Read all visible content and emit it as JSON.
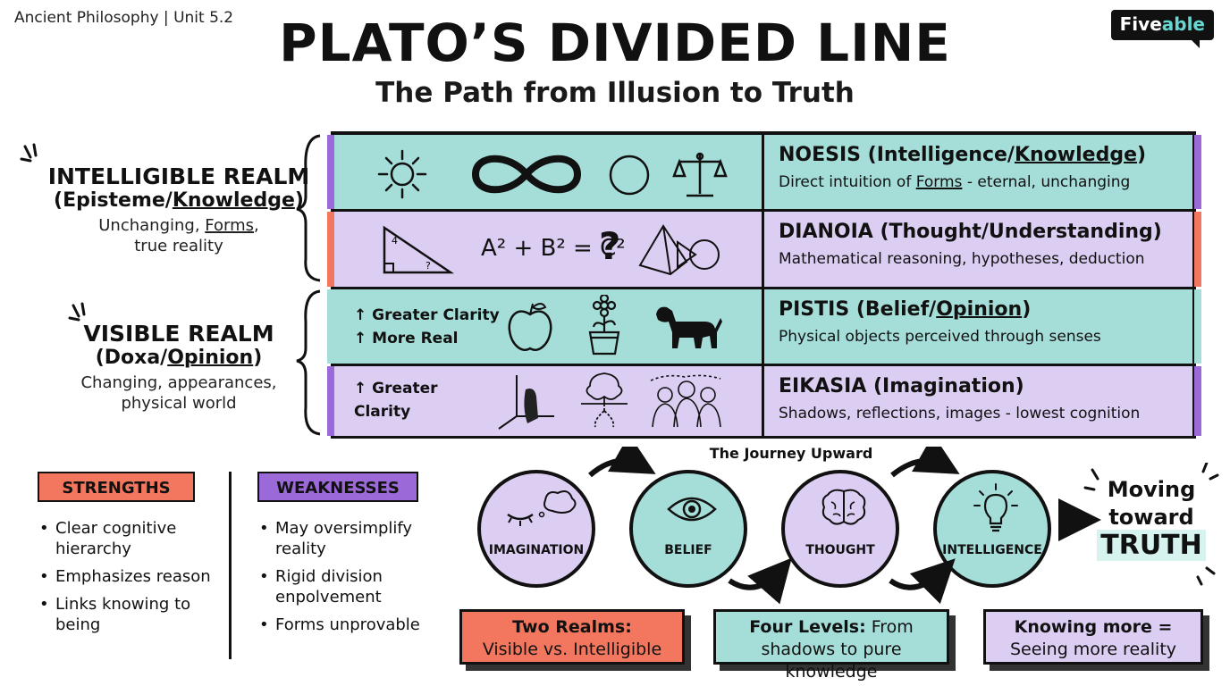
{
  "header": {
    "course": "Ancient Philosophy | Unit 5.2",
    "brand_a": "Five",
    "brand_b": "able",
    "title": "PLATO’S DIVIDED LINE",
    "subtitle": "The Path from Illusion to Truth"
  },
  "realms": {
    "intelligible": {
      "heading": "INTELLIGIBLE REALM",
      "sub_pre": "(Episteme/",
      "sub_u": "Knowledge",
      "sub_post": ")",
      "desc_pre": "Unchanging, ",
      "desc_u": "Forms",
      "desc_post": ",",
      "desc_line2": "true reality"
    },
    "visible": {
      "heading": "VISIBLE REALM",
      "sub_pre": "(Doxa/",
      "sub_u": "Opinion",
      "sub_post": ")",
      "desc_line1": "Changing, appearances,",
      "desc_line2": "physical world"
    }
  },
  "levels": {
    "noesis": {
      "name_pre": "NOESIS (Intelligence/",
      "name_u": "Knowledge",
      "name_post": ")",
      "desc_pre": "Direct intuition of ",
      "desc_u": "Forms",
      "desc_post": " - eternal, unchanging"
    },
    "dianoia": {
      "name": "DIANOIA (Thought/Understanding)",
      "desc": "Mathematical reasoning, hypotheses, deduction",
      "formula": "A² + B² = C²",
      "question": "?"
    },
    "pistis": {
      "name_pre": "PISTIS (Belief/",
      "name_u": "Opinion",
      "name_post": ")",
      "desc": "Physical objects perceived through senses",
      "clarity1": "↑ Greater Clarity",
      "clarity2": "↑ More Real"
    },
    "eikasia": {
      "name": "EIKASIA (Imagination)",
      "desc": "Shadows, reflections, images - lowest cognition",
      "clarity1": "↑ Greater",
      "clarity2": "Clarity"
    }
  },
  "strengths": {
    "title": "STRENGTHS",
    "items": [
      "Clear cognitive hierarchy",
      "Emphasizes reason",
      "Links knowing to being"
    ]
  },
  "weaknesses": {
    "title": "WEAKNESSES",
    "items": [
      "May oversimplify reality",
      "Rigid division enpolvement",
      "Forms unprovable"
    ]
  },
  "journey": {
    "title": "The Journey Upward",
    "nodes": [
      "IMAGINATION",
      "BELIEF",
      "THOUGHT",
      "INTELLIGENCE"
    ],
    "truth_line1": "Moving",
    "truth_line2": "toward",
    "truth_line3": "TRUTH"
  },
  "summary": {
    "two_realms_b": "Two Realms:",
    "two_realms_rest": "Visible vs. Intelligible",
    "four_levels_b": "Four Levels:",
    "four_levels_rest": " From",
    "four_levels_line2": "shadows to pure knowledge",
    "knowing_b": "Knowing more =",
    "knowing_line2": "Seeing more reality"
  },
  "colors": {
    "teal": "#a5ddd8",
    "lilac": "#dccdf2",
    "coral": "#f3775e",
    "purple": "#9b6ad8"
  },
  "icons": [
    "sun-icon",
    "infinity-icon",
    "circle-icon",
    "scales-icon",
    "triangle-icon",
    "pyramid-icon",
    "apple-icon",
    "flower-pot-icon",
    "dog-icon",
    "shadow-icon",
    "tree-reflection-icon",
    "people-sketch-icon",
    "sleeping-eye-icon",
    "eye-icon",
    "brain-icon",
    "lightbulb-icon"
  ]
}
